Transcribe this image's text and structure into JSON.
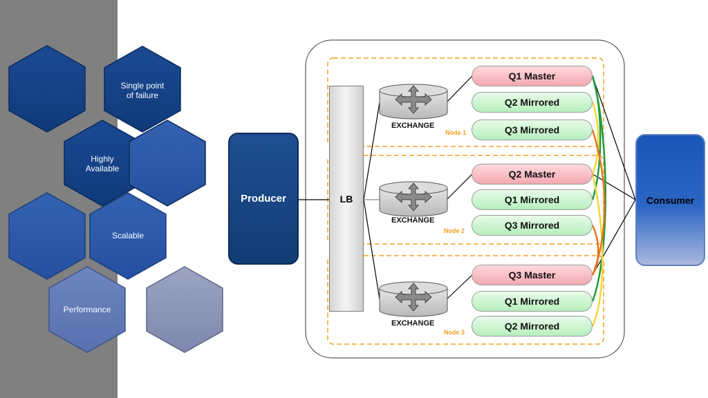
{
  "hexagons": {
    "single_point": "Single point\nof failure",
    "highly_available": "Highly\nAvailable",
    "scalable": "Scalable",
    "performance": "Performance"
  },
  "producer": "Producer",
  "consumer": "Consumer",
  "load_balancer": "LB",
  "exchange_label": "EXCHANGE",
  "nodes": [
    {
      "label": "Node 1",
      "queues": [
        "Q1 Master",
        "Q2 Mirrored",
        "Q3 Mirrored"
      ]
    },
    {
      "label": "Node 2",
      "queues": [
        "Q2 Master",
        "Q1 Mirrored",
        "Q3 Mirrored"
      ]
    },
    {
      "label": "Node 3",
      "queues": [
        "Q3 Master",
        "Q1 Mirrored",
        "Q2 Mirrored"
      ]
    }
  ],
  "colors": {
    "sidebar": "#808080",
    "dark_blue": "#123c74",
    "node_border": "#f0a020",
    "master": "#f3a8b0",
    "mirror": "#b6efbd",
    "q1_link": "#1f9a3a",
    "q2_link": "#f2d73a",
    "q3_link": "#e8741d"
  }
}
